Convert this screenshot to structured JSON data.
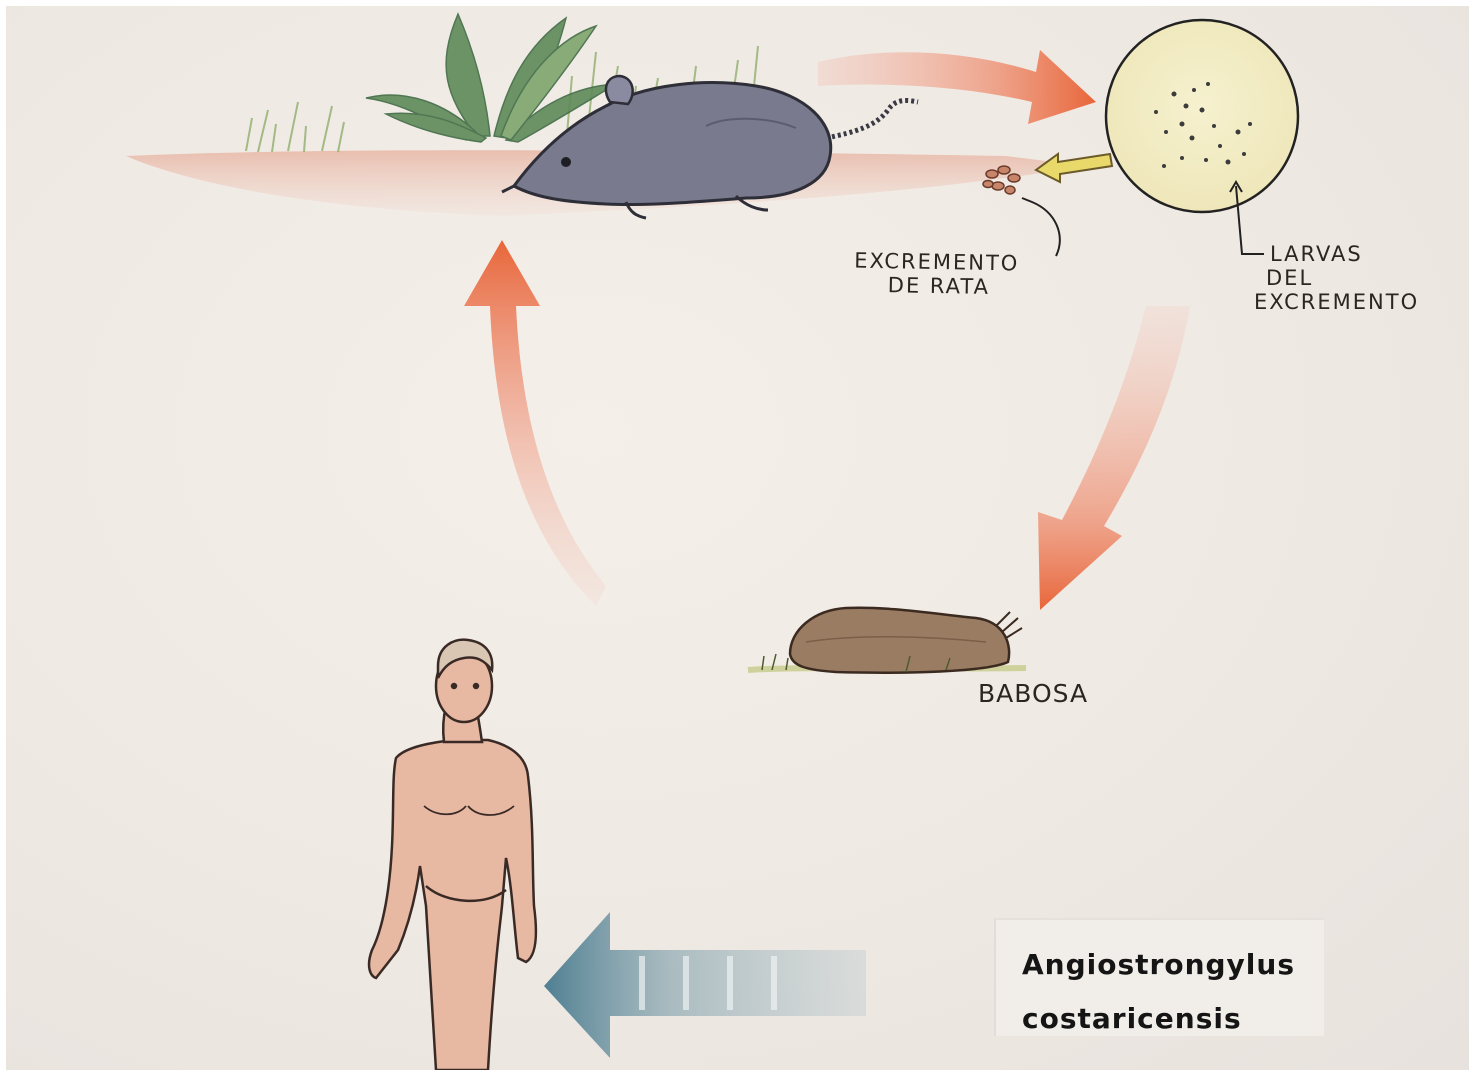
{
  "labels": {
    "excremento_line1": "EXCREMENTO",
    "excremento_line2": "DE RATA",
    "larvas_line1": "LARVAS",
    "larvas_line2": "DEL",
    "larvas_line3": "EXCREMENTO",
    "babosa": "BABOSA"
  },
  "title": {
    "line1": "Angiostrongylus",
    "line2": "costaricensis"
  },
  "colors": {
    "arrow_orange": "#e8663a",
    "arrow_blue": "#4f7f92",
    "rat": "#77778b",
    "slug": "#9a7c63",
    "skin": "#e7b8a2",
    "plant": "#5e8a58"
  }
}
